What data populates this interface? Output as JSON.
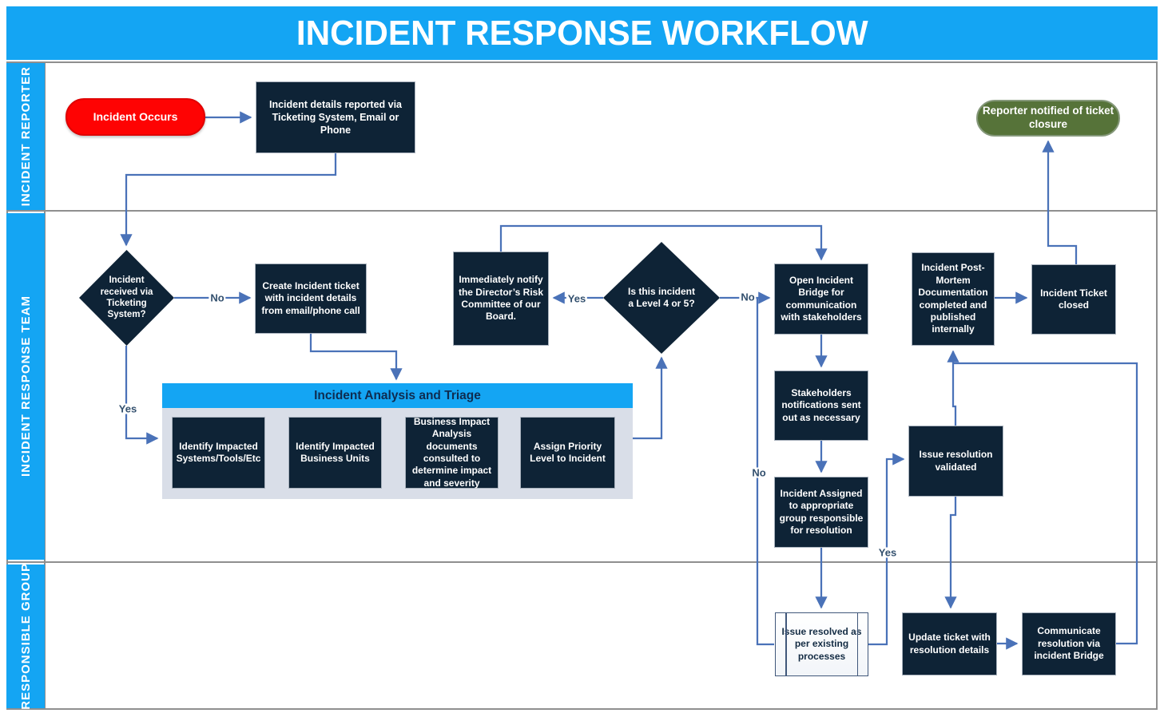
{
  "title": "INCIDENT RESPONSE WORKFLOW",
  "lanes": {
    "reporter": "INCIDENT REPORTER",
    "response_team": "INCIDENT RESPONSE TEAM",
    "responsible_group": "RESPONSIBLE GROUP"
  },
  "nodes": {
    "incident_occurs": {
      "label": "Incident Occurs"
    },
    "details_reported": {
      "label": "Incident details reported via Ticketing System, Email or Phone"
    },
    "reporter_notified": {
      "label": "Reporter notified of ticket closure"
    },
    "received_via_ticketing": {
      "label": "Incident received via Ticketing System?"
    },
    "create_ticket": {
      "label": "Create Incident ticket with incident details from email/phone call"
    },
    "notify_directors": {
      "label": "Immediately notify the Director’s Risk Committee of our Board."
    },
    "level_4_or_5": {
      "label": "Is this incident a Level 4 or 5?"
    },
    "open_bridge": {
      "label": "Open Incident Bridge for communication with stakeholders"
    },
    "stakeholders_notifications": {
      "label": "Stakeholders notifications sent out as necessary"
    },
    "incident_assigned": {
      "label": "Incident Assigned to appropriate group responsible for resolution"
    },
    "post_mortem": {
      "label": "Incident Post-Mortem Documentation completed and published internally"
    },
    "ticket_closed": {
      "label": "Incident Ticket closed"
    },
    "issue_resolution_validated": {
      "label": "Issue resolution validated"
    },
    "issue_resolved": {
      "label": "Issue resolved as per existing processes"
    },
    "update_ticket": {
      "label": "Update ticket with resolution details"
    },
    "communicate_resolution": {
      "label": "Communicate resolution via incident Bridge"
    }
  },
  "triage": {
    "title": "Incident Analysis and Triage",
    "items": [
      "Identify Impacted Systems/Tools/Etc",
      "Identify Impacted Business Units",
      "Business Impact Analysis documents consulted to determine impact and severity",
      "Assign Priority Level to Incident"
    ]
  },
  "edge_labels": {
    "no_ticketing": "No",
    "yes_ticketing": "Yes",
    "yes_level45": "Yes",
    "no_level45": "No",
    "no_resolved": "No",
    "yes_resolved": "Yes"
  },
  "colors": {
    "accent_blue": "#14a5f3",
    "node_navy": "#0e2336",
    "connector_blue": "#4a72b8",
    "incident_red": "#fe0303",
    "closure_green": "#567339",
    "triage_body": "#d9dee8",
    "lane_border_gray": "#8f8f8f"
  }
}
